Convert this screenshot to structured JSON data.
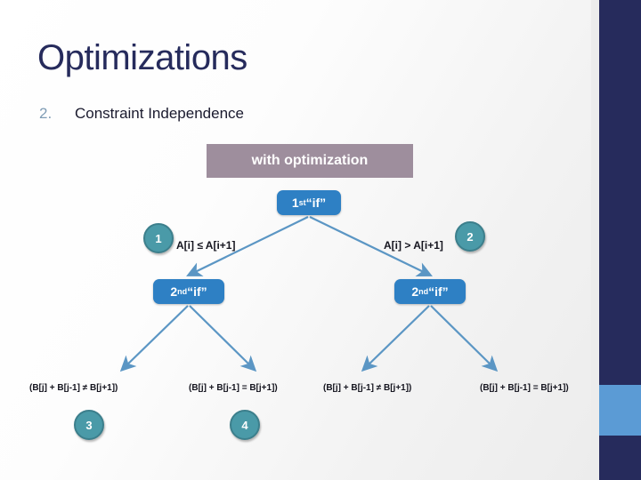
{
  "slide": {
    "title": "Optimizations",
    "bullet": {
      "number": "2.",
      "text": "Constraint Independence"
    },
    "banner_label": "with optimization"
  },
  "diagram": {
    "root": {
      "prefix": "1",
      "sup": "st",
      "suffix": " “if”"
    },
    "second_left": {
      "prefix": "2",
      "sup": "nd",
      "suffix": " “if”"
    },
    "second_right": {
      "prefix": "2",
      "sup": "nd",
      "suffix": " “if”"
    },
    "edge_left": "A[i] ≤ A[i+1]",
    "edge_right": "A[i] > A[i+1]",
    "leaves": [
      "(B[j] + B[j-1] ≠ B[j+1])",
      "(B[j] + B[j-1] = B[j+1])",
      "(B[j] + B[j-1] ≠ B[j+1])",
      "(B[j] + B[j-1] = B[j+1])"
    ],
    "badges": [
      "1",
      "2",
      "3",
      "4"
    ]
  },
  "colors": {
    "title": "#262b5c",
    "bullet_number": "#7f9cb5",
    "banner_bg": "#9e8e9d",
    "box_blue": "#2e80c4",
    "badge_teal": "#4a9aa8",
    "rail_navy": "#262b5c",
    "rail_accent": "#5b9bd5",
    "connector": "#5b96c4"
  }
}
